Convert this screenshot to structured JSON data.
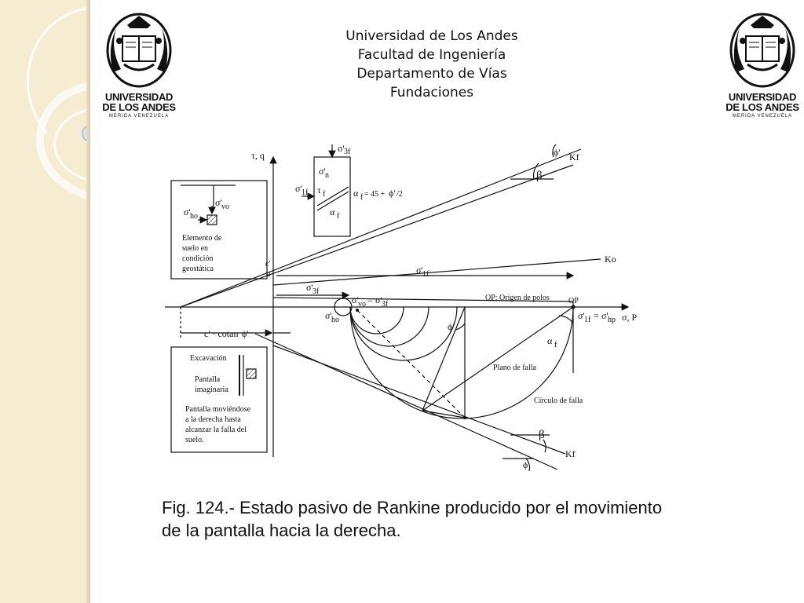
{
  "header": {
    "line1": "Universidad de Los Andes",
    "line2": "Facultad de Ingeniería",
    "line3": "Departamento de Vías",
    "line4": "Fundaciones"
  },
  "logo": {
    "name_line1": "UNIVERSIDAD",
    "name_line2": "DE LOS ANDES",
    "subtitle": "MERIDA VENEZUELA"
  },
  "caption": {
    "line1": "Fig. 124.- Estado pasivo de Rankine producido por el movimiento",
    "line2": "de la pantalla hacia la derecha."
  },
  "diagram": {
    "axis_tau": "τ, q",
    "axis_sigma": "σ, P",
    "c_prime": "c'",
    "a": "a",
    "c_cotan": "c' · cotan",
    "phi": "ϕ'",
    "beta": "β",
    "alpha": "α",
    "sub_f": "f",
    "kf": "Kf",
    "ko": "Ko",
    "op": "OP",
    "origen_polos": "OP: Origen de polos",
    "plano_falla": "Plano de falla",
    "circulo_falla": "Círculo de falla",
    "sigma_p": "σ'",
    "sub_1f": "1f",
    "sub_3f": "3f",
    "sub_ho": "ho",
    "sub_vo": "vo",
    "sub_n": "n",
    "sub_hp": "hp",
    "tau_f": "τ",
    "alpha_formula": "= 45 +",
    "over_two": "/2",
    "equals": "=",
    "elemento_box": [
      "Elemento de",
      "suelo en",
      "condición",
      "geostática"
    ],
    "excavacion": "Excavación",
    "pantalla_box": [
      "Pantalla",
      "imaginaria"
    ],
    "pantalla_desc": [
      "Pantalla moviéndose",
      "a la derecha hasta",
      "alcanzar la falla del",
      "suelo."
    ]
  }
}
